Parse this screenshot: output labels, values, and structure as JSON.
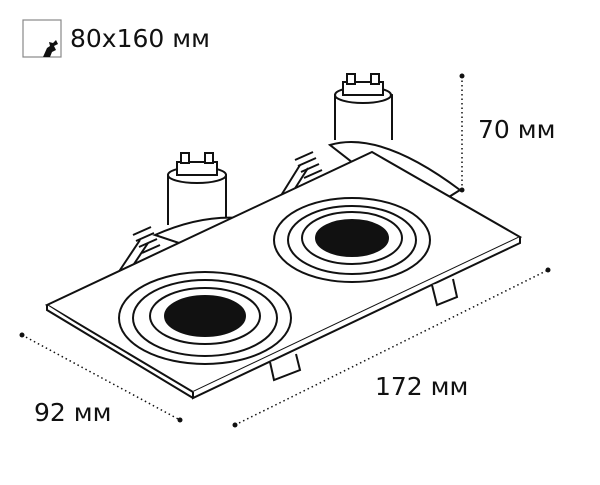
{
  "cutout_icon": "cutout-size-icon",
  "cutout_size": "80x160 мм",
  "dimensions": {
    "height": "70 мм",
    "length": "172 мм",
    "width": "92 мм"
  },
  "line_color": "#111111"
}
